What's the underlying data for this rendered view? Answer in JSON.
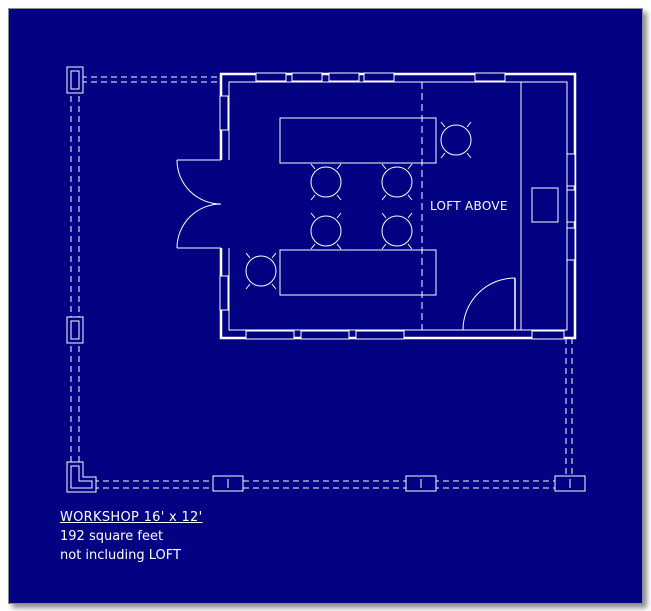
{
  "plan": {
    "loft_label": "LOFT ABOVE",
    "title": "WORKSHOP  16' x 12'",
    "area": "192 square feet",
    "note": "not including LOFT"
  },
  "colors": {
    "background": "#020282",
    "line": "#ffffff",
    "frame_border": "#8a8a9a"
  },
  "icons": [
    "door-swing-icon",
    "stool-icon",
    "sink-icon",
    "window-icon",
    "post-icon"
  ]
}
